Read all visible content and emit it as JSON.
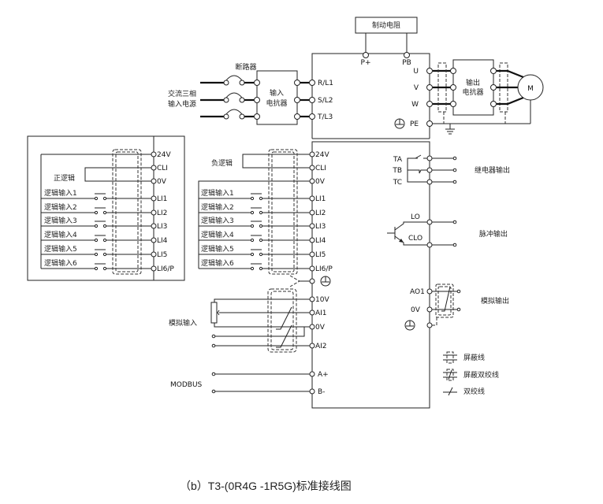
{
  "caption": "（b）T3-(0R4G -1R5G)标准接线图",
  "power": {
    "brake_resistor": "制动电阻",
    "breaker": "断路器",
    "ac_input_line1": "交流三相",
    "ac_input_line2": "输入电源",
    "input_reactor_line1": "输入",
    "input_reactor_line2": "电抗器",
    "output_reactor_line1": "输出",
    "output_reactor_line2": "电抗器",
    "motor": "M",
    "terminals": {
      "p_plus": "P+",
      "pb": "PB",
      "rl1": "R/L1",
      "sl2": "S/L2",
      "tl3": "T/L3",
      "u": "U",
      "v": "V",
      "w": "W",
      "pe": "PE"
    }
  },
  "positive_logic": {
    "title": "正逻辑",
    "terminals": [
      "24V",
      "CLI",
      "0V",
      "LI1",
      "LI2",
      "LI3",
      "LI4",
      "LI5",
      "LI6/P"
    ],
    "inputs": [
      "逻辑输入1",
      "逻辑输入2",
      "逻辑输入3",
      "逻辑输入4",
      "逻辑输入5",
      "逻辑输入6"
    ]
  },
  "negative_logic": {
    "title": "负逻辑",
    "terminals": [
      "24V",
      "CLI",
      "0V",
      "LI1",
      "LI2",
      "LI3",
      "LI4",
      "LI5",
      "LI6/P"
    ],
    "inputs": [
      "逻辑输入1",
      "逻辑输入2",
      "逻辑输入3",
      "逻辑输入4",
      "逻辑输入5",
      "逻辑输入6"
    ]
  },
  "analog_input": {
    "label": "模拟输入",
    "terminals": [
      "10V",
      "AI1",
      "0V",
      "AI2"
    ]
  },
  "modbus": {
    "label": "MODBUS",
    "terminals": [
      "A+",
      "B-"
    ]
  },
  "relay_output": {
    "label": "继电器输出",
    "terminals": [
      "TA",
      "TB",
      "TC"
    ]
  },
  "pulse_output": {
    "label": "脉冲输出",
    "terminals": [
      "LO",
      "CLO"
    ]
  },
  "analog_output": {
    "label": "模拟输出",
    "terminals": [
      "AO1",
      "0V"
    ]
  },
  "legend": [
    {
      "icon": "shielded-wire-icon",
      "label": "屏蔽线"
    },
    {
      "icon": "shielded-twisted-pair-icon",
      "label": "屏蔽双绞线"
    },
    {
      "icon": "twisted-pair-icon",
      "label": "双绞线"
    }
  ]
}
